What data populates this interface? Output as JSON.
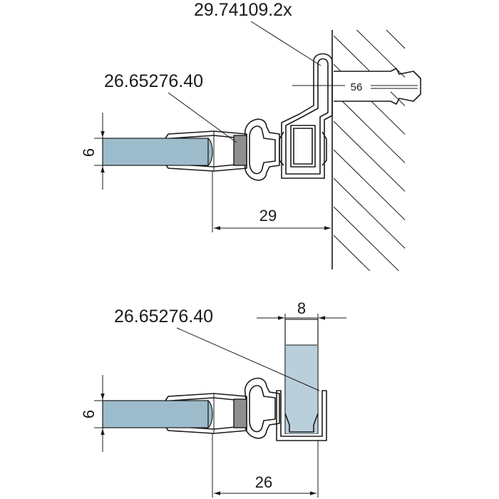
{
  "top_detail": {
    "part_hinge_seal": "29.74109.2x",
    "part_magnet_seal": "26.65276.40",
    "dim_glass_thickness": "6",
    "dim_width": "29",
    "dim_screw": "56"
  },
  "bottom_detail": {
    "part_magnet_seal": "26.65276.40",
    "dim_glass_thickness": "6",
    "dim_width": "26",
    "dim_side_glass": "8"
  }
}
